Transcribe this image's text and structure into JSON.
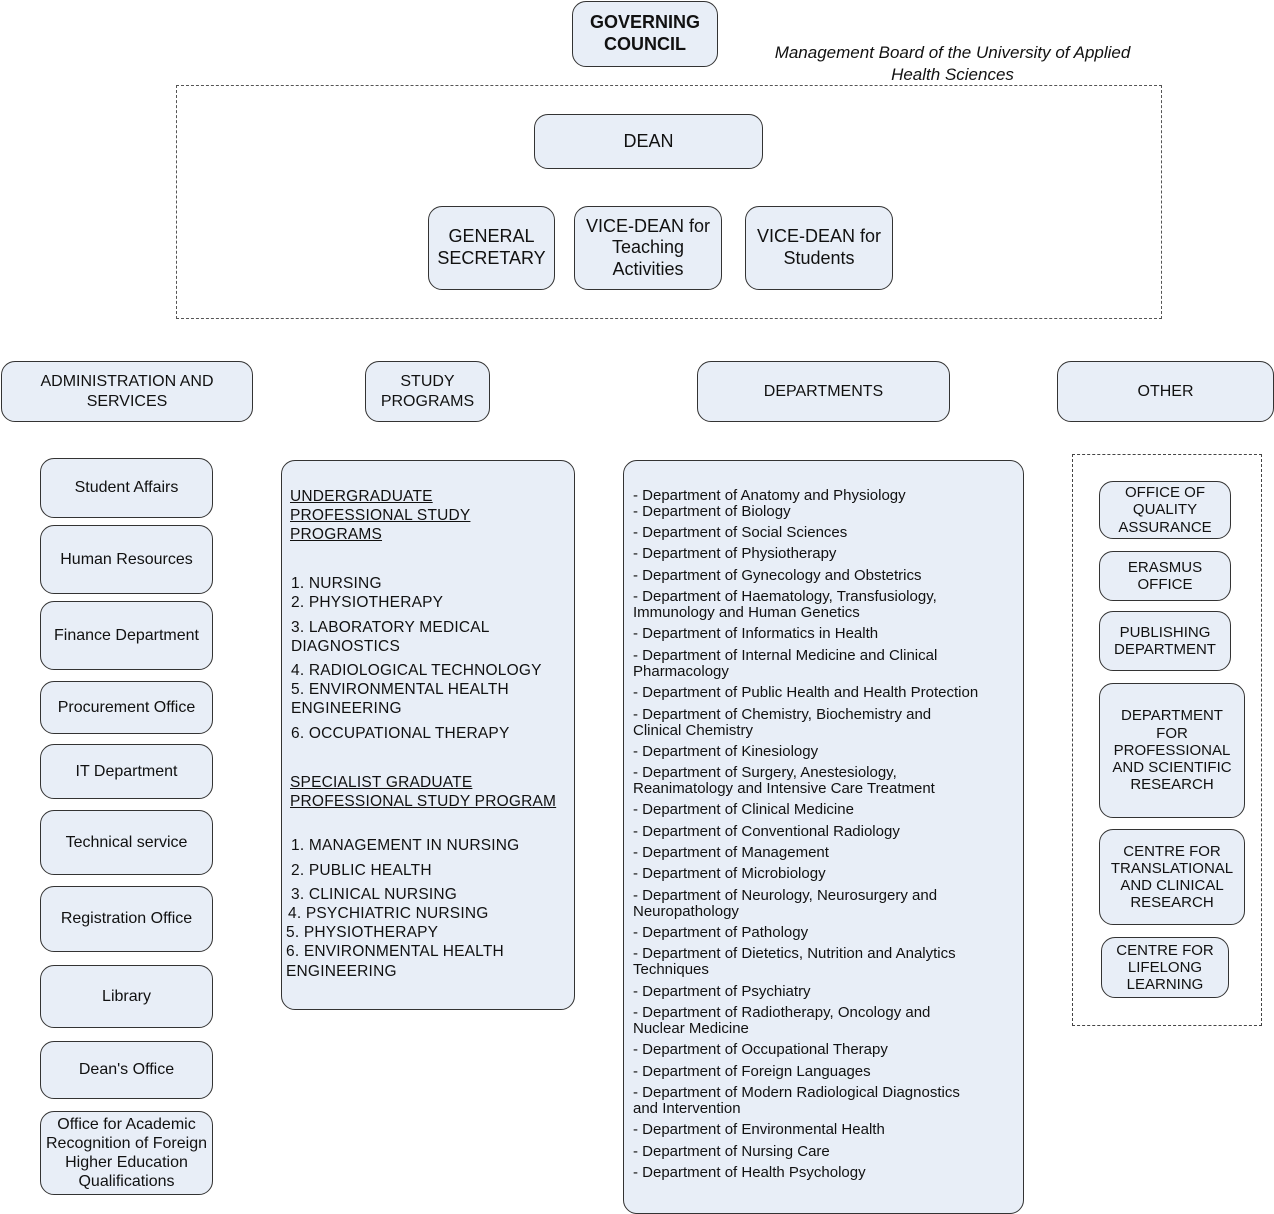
{
  "governing_council": "GOVERNING\nCOUNCIL",
  "management_board_label": "Management Board of the University of Applied Health Sciences",
  "dean": "DEAN",
  "general_secretary": "GENERAL SECRETARY",
  "vice_dean_teaching": "VICE-DEAN for Teaching Activities",
  "vice_dean_students": "VICE-DEAN for Students",
  "admin_header": "ADMINISTRATION AND SERVICES",
  "study_header": "STUDY PROGRAMS",
  "departments_header": "DEPARTMENTS",
  "other_header": "OTHER",
  "admin_items": [
    "Student Affairs",
    "Human Resources",
    "Finance Department",
    "Procurement Office",
    "IT Department",
    "Technical service",
    "Registration Office",
    "Library",
    "Dean's Office",
    "Office for Academic Recognition of Foreign Higher Education Qualifications"
  ],
  "study_programs": {
    "undergrad_title_1": "UNDERGRADUATE",
    "undergrad_title_2": "PROFESSIONAL STUDY",
    "undergrad_title_3": "PROGRAMS",
    "undergrad_items": [
      "1. NURSING",
      "2. PHYSIOTHERAPY",
      "3. LABORATORY MEDICAL",
      "DIAGNOSTICS",
      "4. RADIOLOGICAL TECHNOLOGY",
      "5. ENVIRONMENTAL HEALTH",
      "ENGINEERING",
      "6. OCCUPATIONAL THERAPY"
    ],
    "specialist_title_1": "SPECIALIST GRADUATE",
    "specialist_title_2": "PROFESSIONAL STUDY PROGRAM",
    "specialist_items": [
      "1. MANAGEMENT IN NURSING",
      "2. PUBLIC HEALTH",
      "3. CLINICAL NURSING",
      " 4. PSYCHIATRIC NURSING",
      "5. PHYSIOTHERAPY",
      "6. ENVIRONMENTAL HEALTH",
      "ENGINEERING"
    ]
  },
  "departments_lines": [
    "- Department of Anatomy and Physiology",
    "- Department of  Biology",
    "- Department of  Social Sciences",
    "- Department of  Physiotherapy",
    "- Department of  Gynecology and Obstetrics",
    "- Department of  Haematology, Transfusiology,",
    "Immunology and Human Genetics",
    "- Department of  Informatics  in Health",
    "- Department of  Internal Medicine and Clinical",
    "Pharmacology",
    "- Department of  Public Health and Health Protection",
    "- Department of  Chemistry, Biochemistry and",
    "Clinical Chemistry",
    "- Department of  Kinesiology",
    "- Department of  Surgery, Anestesiology,",
    "Reanimatology and Intensive Care Treatment",
    "- Department of  Clinical Medicine",
    "- Department of  Conventional Radiology",
    "- Department of  Management",
    "- Department of  Microbiology",
    "- Department of  Neurology, Neurosurgery and",
    "Neuropathology",
    "- Department of  Pathology",
    "- Department of  Dietetics, Nutrition and Analytics",
    "Techniques",
    "- Department of  Psychiatry",
    "- Department of  Radiotherapy, Oncology and",
    "Nuclear Medicine",
    "- Department of  Occupational Therapy",
    "- Department of  Foreign Languages",
    "- Department of  Modern Radiological Diagnostics",
    "and Intervention",
    "- Department of  Environmental Health",
    "- Department of  Nursing Care",
    "- Department of  Health Psychology"
  ],
  "other_items": [
    "OFFICE OF QUALITY ASSURANCE",
    "ERASMUS OFFICE",
    "PUBLISHING DEPARTMENT",
    "DEPARTMENT FOR PROFESSIONAL AND SCIENTIFIC RESEARCH",
    "CENTRE FOR TRANSLATIONAL AND CLINICAL RESEARCH",
    "CENTRE FOR LIFELONG LEARNING"
  ]
}
